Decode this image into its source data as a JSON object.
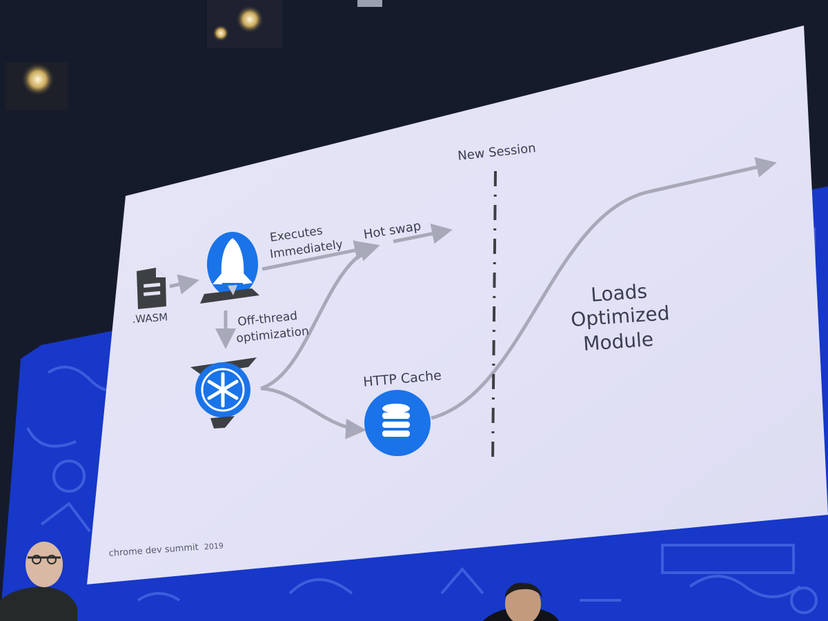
{
  "slide": {
    "wasm_label": ".WASM",
    "executes_line1": "Executes",
    "executes_line2": "Immediately",
    "hot_swap": "Hot swap",
    "offthread_line1": "Off-thread",
    "offthread_line2": "optimization",
    "http_cache": "HTTP Cache",
    "new_session": "New Session",
    "loads_line1": "Loads",
    "loads_line2": "Optimized",
    "loads_line3": "Module",
    "footer_brand": "chrome dev summit",
    "footer_year": "2019"
  },
  "colors": {
    "icon_blue": "#1a73e8",
    "icon_dark": "#3c4043",
    "arrow_gray": "#a8a9b8",
    "stage_blue": "#1738c8"
  }
}
